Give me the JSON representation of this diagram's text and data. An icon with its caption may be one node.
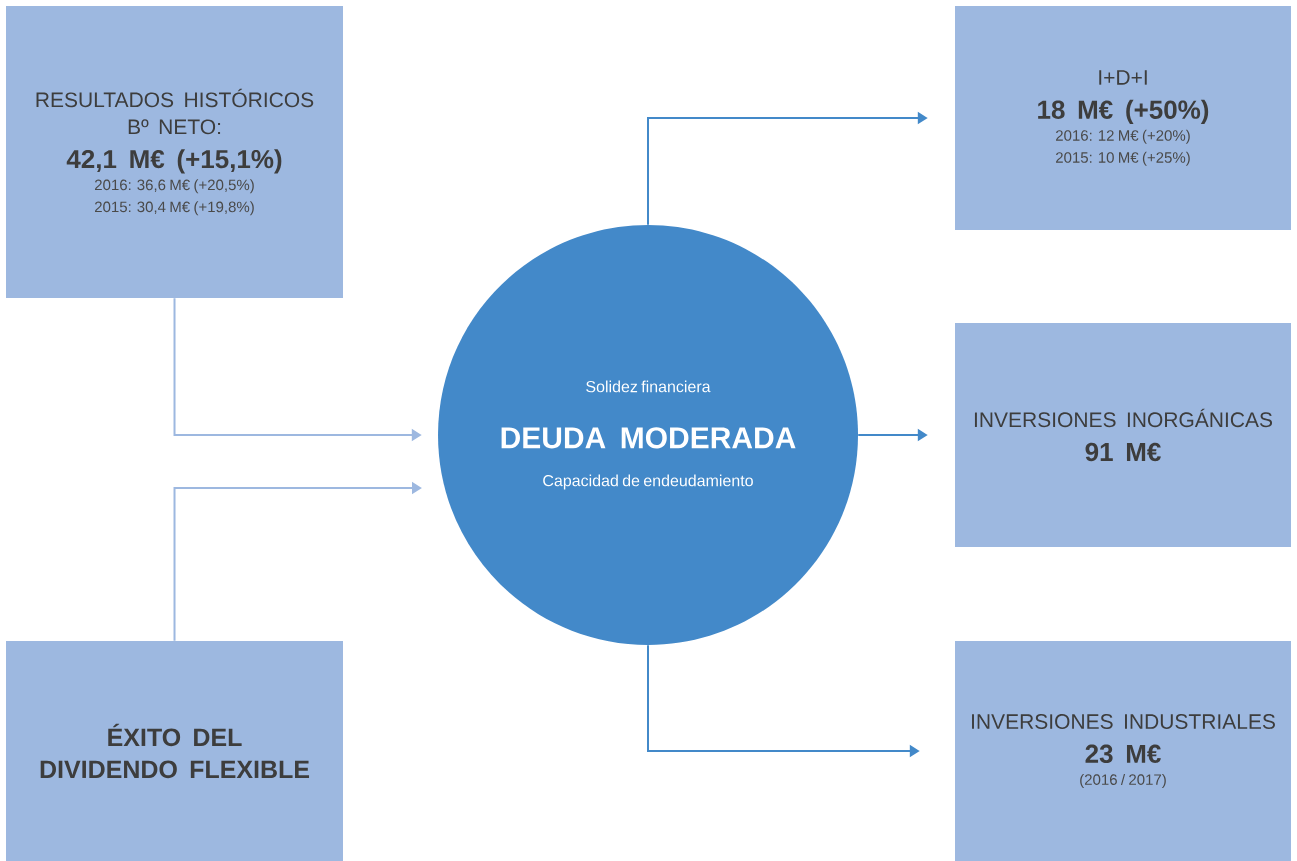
{
  "diagram": {
    "nodes": [
      {
        "text": [
          "RESULTADOS HISTÓRICOS",
          "Bº NETO:",
          "42,1 M€ (+15,1%)",
          "2016: 36,6 M€ (+20,5%)",
          "2015: 30,4 M€ (+19,8%)"
        ]
      },
      {
        "text": [
          "ÉXITO DEL DIVIDENDO FLEXIBLE"
        ]
      },
      {
        "text": [
          "Solidez financiera",
          "DEUDA MODERADA",
          "Capacidad de endeudamiento"
        ]
      },
      {
        "text": [
          "I+D+I",
          "18 M€ (+50%)",
          "2016: 12 M€ (+20%)",
          "2015: 10 M€ (+25%)"
        ]
      },
      {
        "text": [
          "INVERSIONES INORGÁNICAS",
          "91 M€"
        ]
      },
      {
        "text": [
          "INVERSIONES INDUSTRIALES",
          "23 M€",
          "(2016 / 2017)"
        ]
      }
    ],
    "edges": [
      {
        "from": 0,
        "to": 2,
        "arrow": "to",
        "color": "#9db8e0"
      },
      {
        "from": 1,
        "to": 2,
        "arrow": "to",
        "color": "#9db8e0"
      },
      {
        "from": 2,
        "to": 3,
        "arrow": "to"
      },
      {
        "from": 2,
        "to": 4,
        "arrow": "to"
      },
      {
        "from": 2,
        "to": 5,
        "arrow": "to"
      }
    ]
  }
}
